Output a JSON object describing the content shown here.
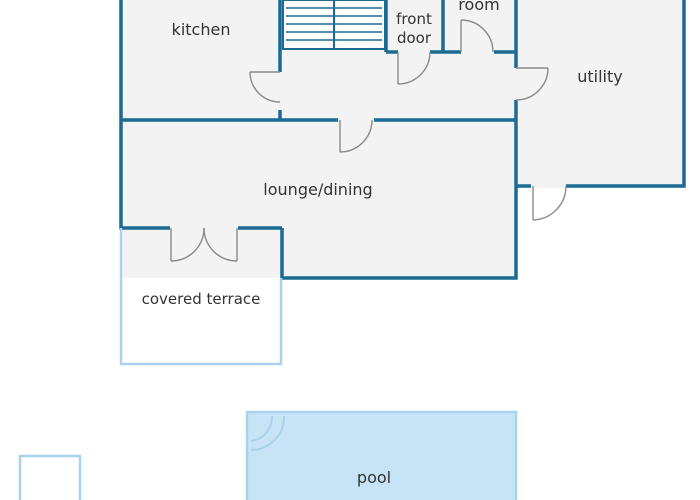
{
  "rooms": {
    "kitchen": "kitchen",
    "front_door": [
      "front",
      "door"
    ],
    "room": "room",
    "utility": "utility",
    "lounge_dining": "lounge/dining",
    "covered_terrace": "covered terrace",
    "pool": "pool"
  },
  "colors": {
    "wall": "#1b6b93",
    "terrace_outline": "#a9d3ea",
    "pool_fill": "#c6e4f6",
    "floor": "#f3f3f3",
    "label": "#333333"
  }
}
